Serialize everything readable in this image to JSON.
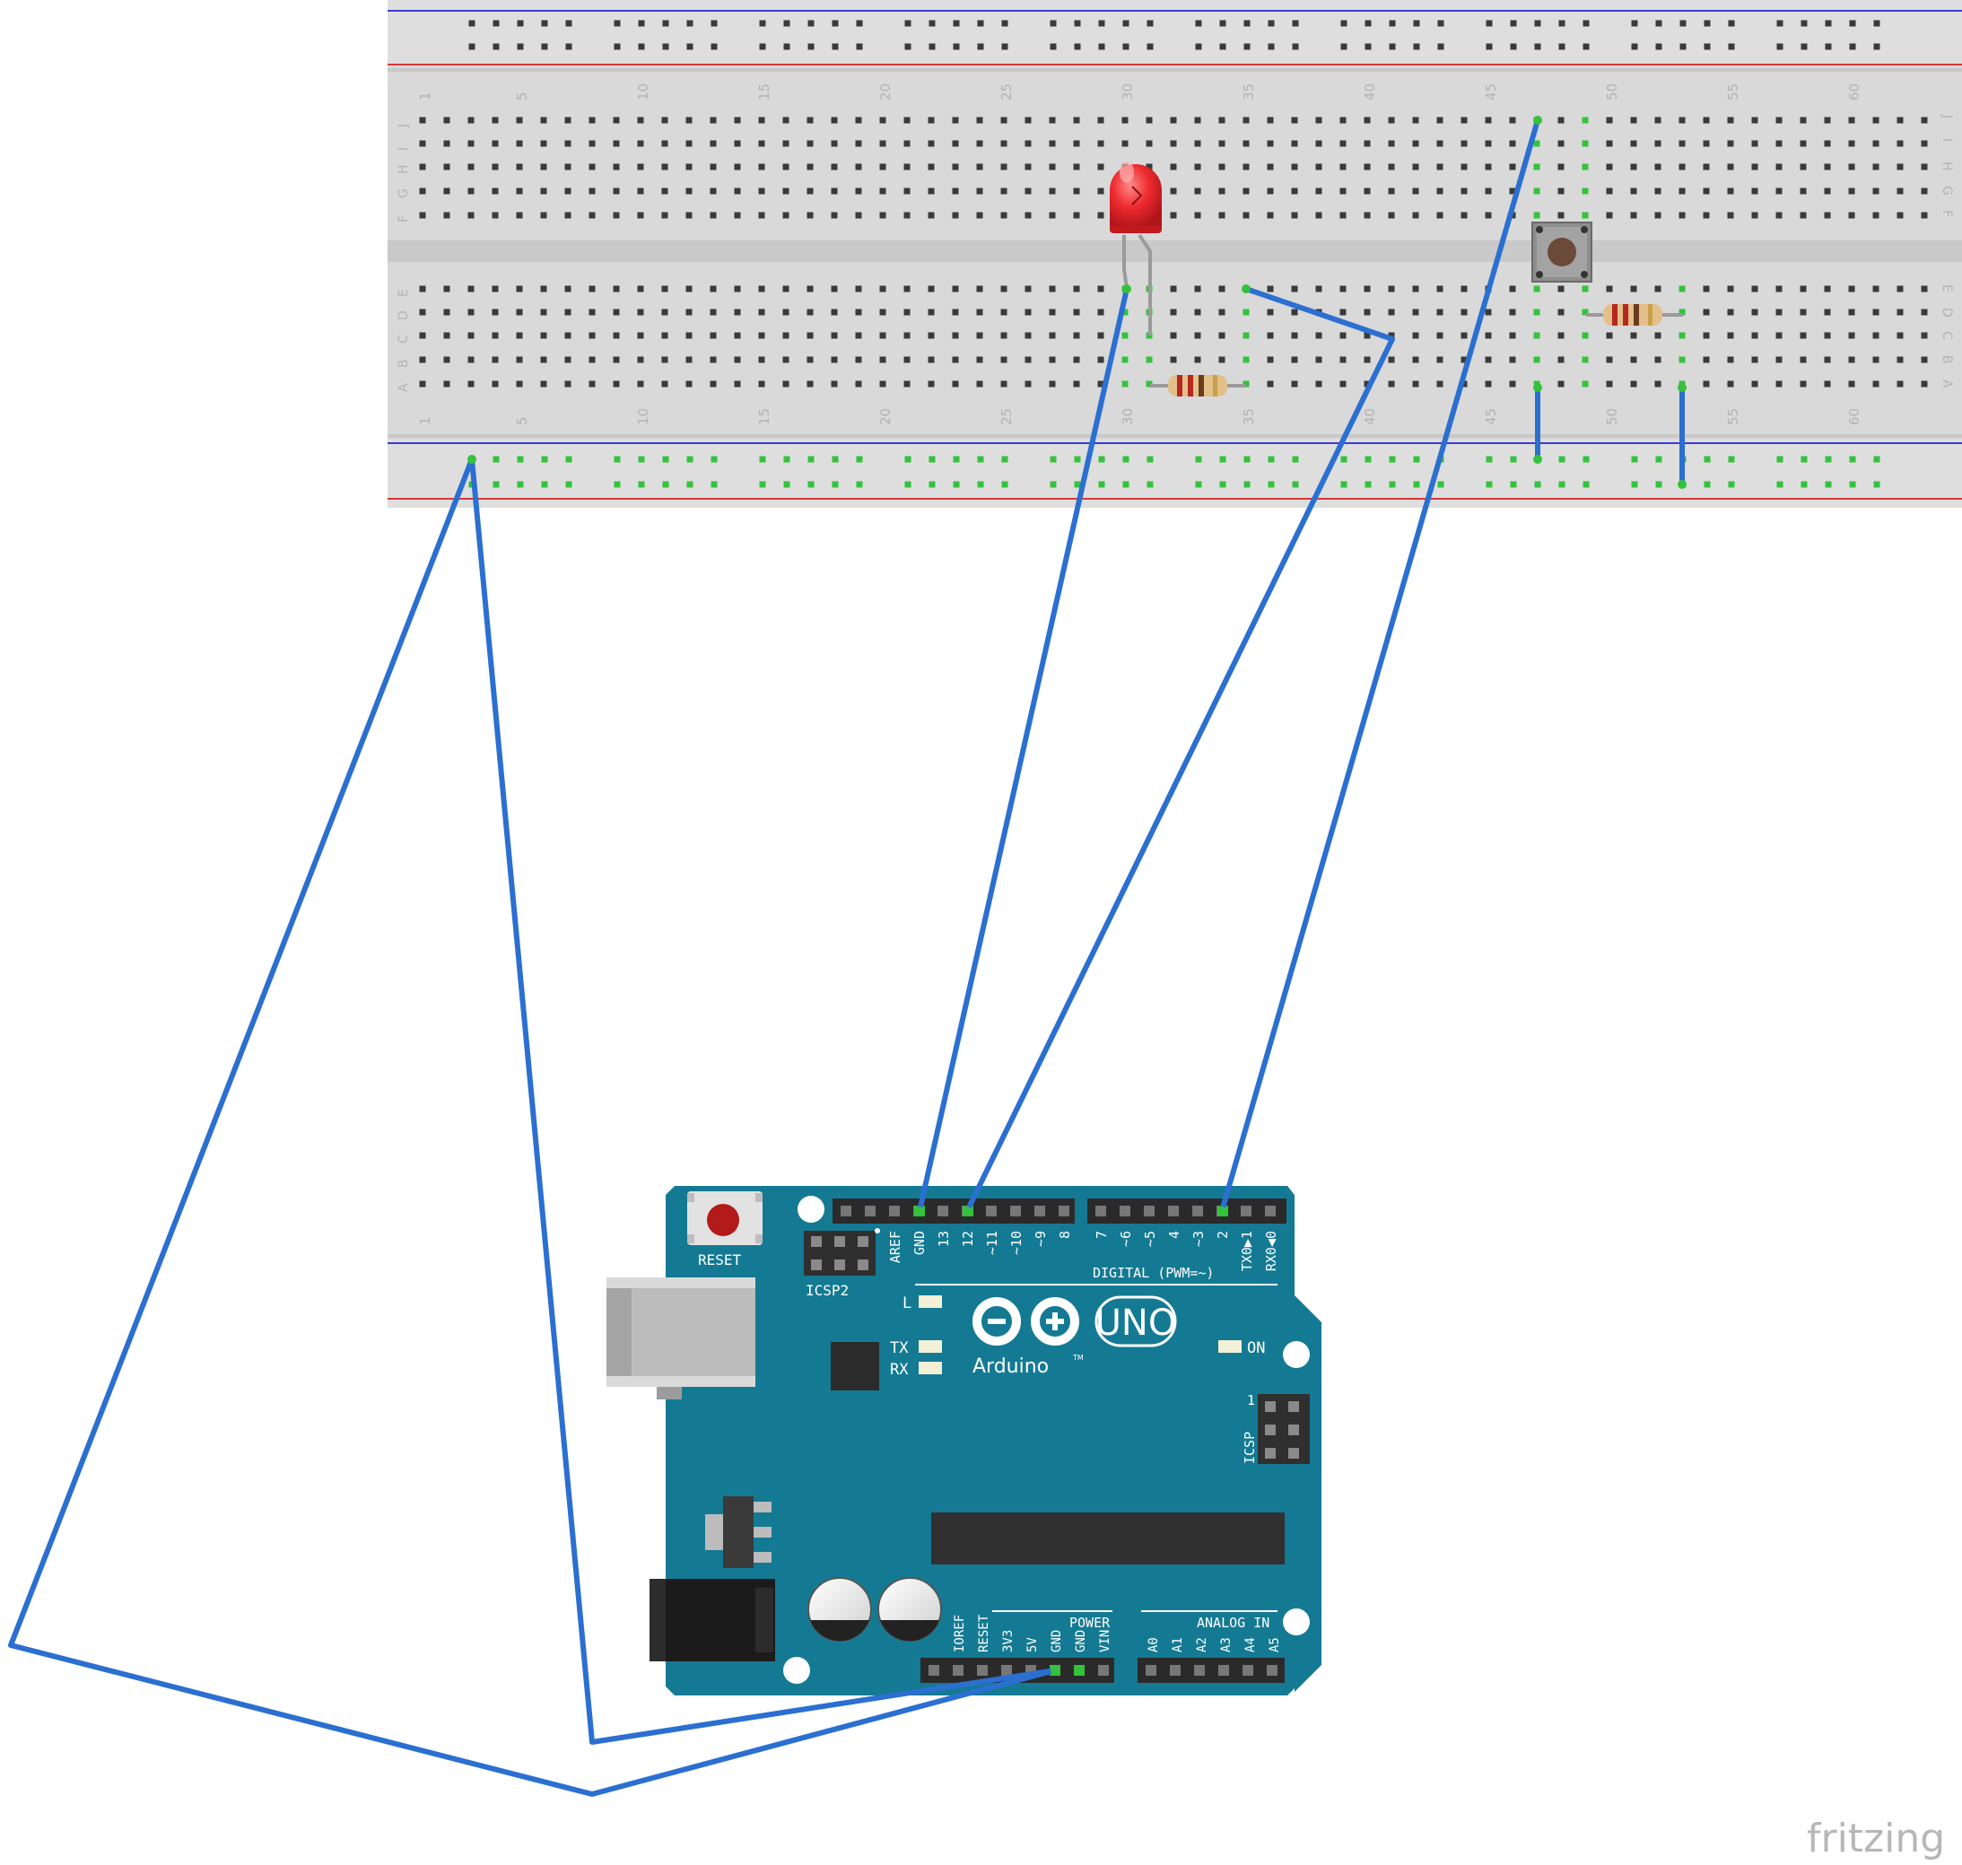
{
  "breadboard": {
    "column_numbers": [
      "1",
      "5",
      "10",
      "15",
      "20",
      "25",
      "30",
      "35",
      "40",
      "45",
      "50",
      "55",
      "60"
    ],
    "row_letters_top": [
      "J",
      "I",
      "H",
      "G",
      "F"
    ],
    "row_letters_bottom": [
      "E",
      "D",
      "C",
      "B",
      "A"
    ]
  },
  "arduino": {
    "reset_label": "RESET",
    "icsp2_label": "ICSP2",
    "icsp_label": "ICSP",
    "icsp_pin1": "1",
    "digital_label": "DIGITAL (PWM=~)",
    "digital_pins_left": [
      "AREF",
      "GND",
      "13",
      "12",
      "~11",
      "~10",
      "~9",
      "8"
    ],
    "digital_pins_right": [
      "7",
      "~6",
      "~5",
      "4",
      "~3",
      "2",
      "TX0▶1",
      "RX0◀0"
    ],
    "led_l": "L",
    "led_tx": "TX",
    "led_rx": "RX",
    "led_on": "ON",
    "logo_text": "Arduino",
    "logo_tm": "TM",
    "model": "UNO",
    "power_label": "POWER",
    "power_pins": [
      "IOREF",
      "RESET",
      "3V3",
      "5V",
      "GND",
      "GND",
      "VIN"
    ],
    "analog_label": "ANALOG IN",
    "analog_pins": [
      "A0",
      "A1",
      "A2",
      "A3",
      "A4",
      "A5"
    ]
  },
  "colors": {
    "wire": "#2b6fd1",
    "board": "#147a93",
    "breadboard": "#dcdcdc",
    "led": "#e8262d",
    "active_hole": "#34c23c"
  },
  "watermark": "fritzing"
}
